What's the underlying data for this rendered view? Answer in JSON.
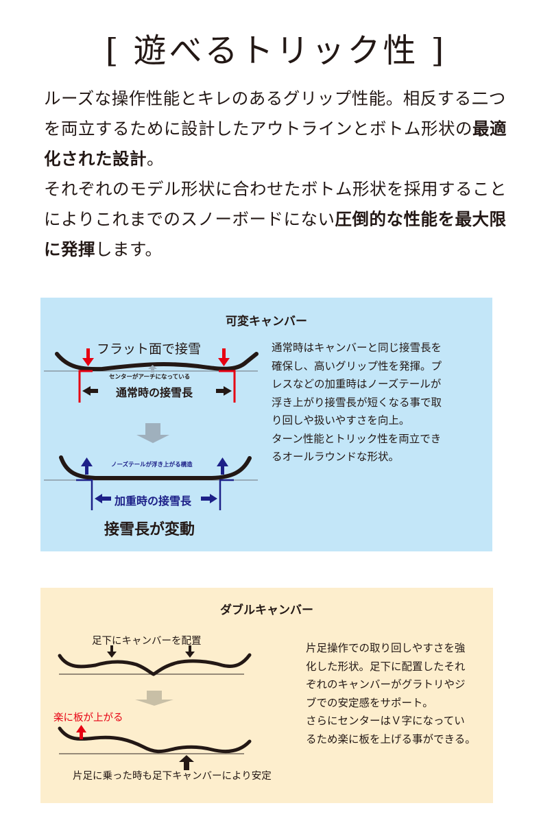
{
  "header": {
    "bracket_open": "[",
    "title": "遊べるトリック性",
    "bracket_close": "]"
  },
  "intro": {
    "line1_normal": "ルーズな操作性能とキレのあるグリップ性能。相反する二つを両立するために設計したアウトラインとボトム形状の",
    "line1_bold": "最適化された設計",
    "line1_end": "。",
    "line2_normal": "それぞれのモデル形状に合わせたボトム形状を採用することによりこれまでのスノーボードにない",
    "line2_bold1": "圧倒的な性能を最大限に発揮",
    "line2_end": "します。"
  },
  "panels": [
    {
      "title": "可変キャンバー",
      "background": "#c3e6f8",
      "diagram": {
        "top_label": "フラット面で接雪",
        "center_note": "センターがアーチになっている",
        "normal_length_label": "通常時の接雪長",
        "lifted_note": "ノーズテールが浮き上がる構造",
        "pressed_length_label": "加重時の接雪長",
        "conclusion": "接雪長が変動",
        "accent_red": "#e60012",
        "accent_navy": "#1d2088",
        "arrow_gray": "#9fb0bd"
      },
      "description": [
        "通常時はキャンバーと同じ接雪長を",
        "確保し、高いグリップ性を発揮。プ",
        "レスなどの加重時はノーズテールが",
        "浮き上がり接雪長が短くなる事で取",
        "り回しや扱いやすさを向上。",
        "ターン性能とトリック性を両立でき",
        "るオールラウンドな形状。"
      ]
    },
    {
      "title": "ダブルキャンバー",
      "background": "#fdeecd",
      "diagram": {
        "top_label": "足下にキャンバーを配置",
        "lift_label": "楽に板が上がる",
        "bottom_label": "片足に乗った時も足下キャンバーにより安定",
        "accent_red": "#e60012",
        "arrow_gray": "#c8bfa6"
      },
      "description": [
        "片足操作での取り回しやすさを強",
        "化した形状。足下に配置したそれ",
        "ぞれのキャンバーがグラトリやジ",
        "ブでの安定感をサポート。",
        "さらにセンターはＶ字になってい",
        "るため楽に板を上げる事ができる。"
      ]
    }
  ]
}
